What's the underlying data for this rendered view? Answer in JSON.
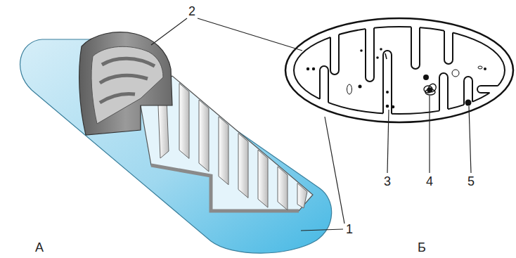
{
  "diagram": {
    "labels": [
      "2",
      "3",
      "4",
      "5",
      "1",
      "А",
      "Б"
    ]
  }
}
